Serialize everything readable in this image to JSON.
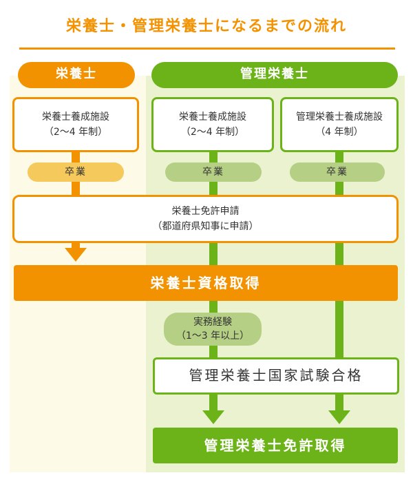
{
  "title": "栄養士・管理栄養士になるまでの流れ",
  "headers": {
    "left": "栄養士",
    "right": "管理栄養士"
  },
  "schools": [
    {
      "line1": "栄養士養成施設",
      "line2": "（2〜4 年制）"
    },
    {
      "line1": "栄養士養成施設",
      "line2": "（2〜4 年制）"
    },
    {
      "line1": "管理栄養士養成施設",
      "line2": "（4 年制）"
    }
  ],
  "graduation": [
    "卒業",
    "卒業",
    "卒業"
  ],
  "license_application": {
    "line1": "栄養士免許申請",
    "line2": "（都道府県知事に申請）"
  },
  "nutritionist_qualification": "栄養士資格取得",
  "work_experience": {
    "line1": "実務経験",
    "line2": "（1〜3 年以上）"
  },
  "exam_pass": "管理栄養士国家試験合格",
  "final_license": "管理栄養士免許取得",
  "colors": {
    "orange": "#f39200",
    "green": "#6cb319",
    "light_orange": "#f5c95c",
    "light_green": "#b5cf84"
  }
}
